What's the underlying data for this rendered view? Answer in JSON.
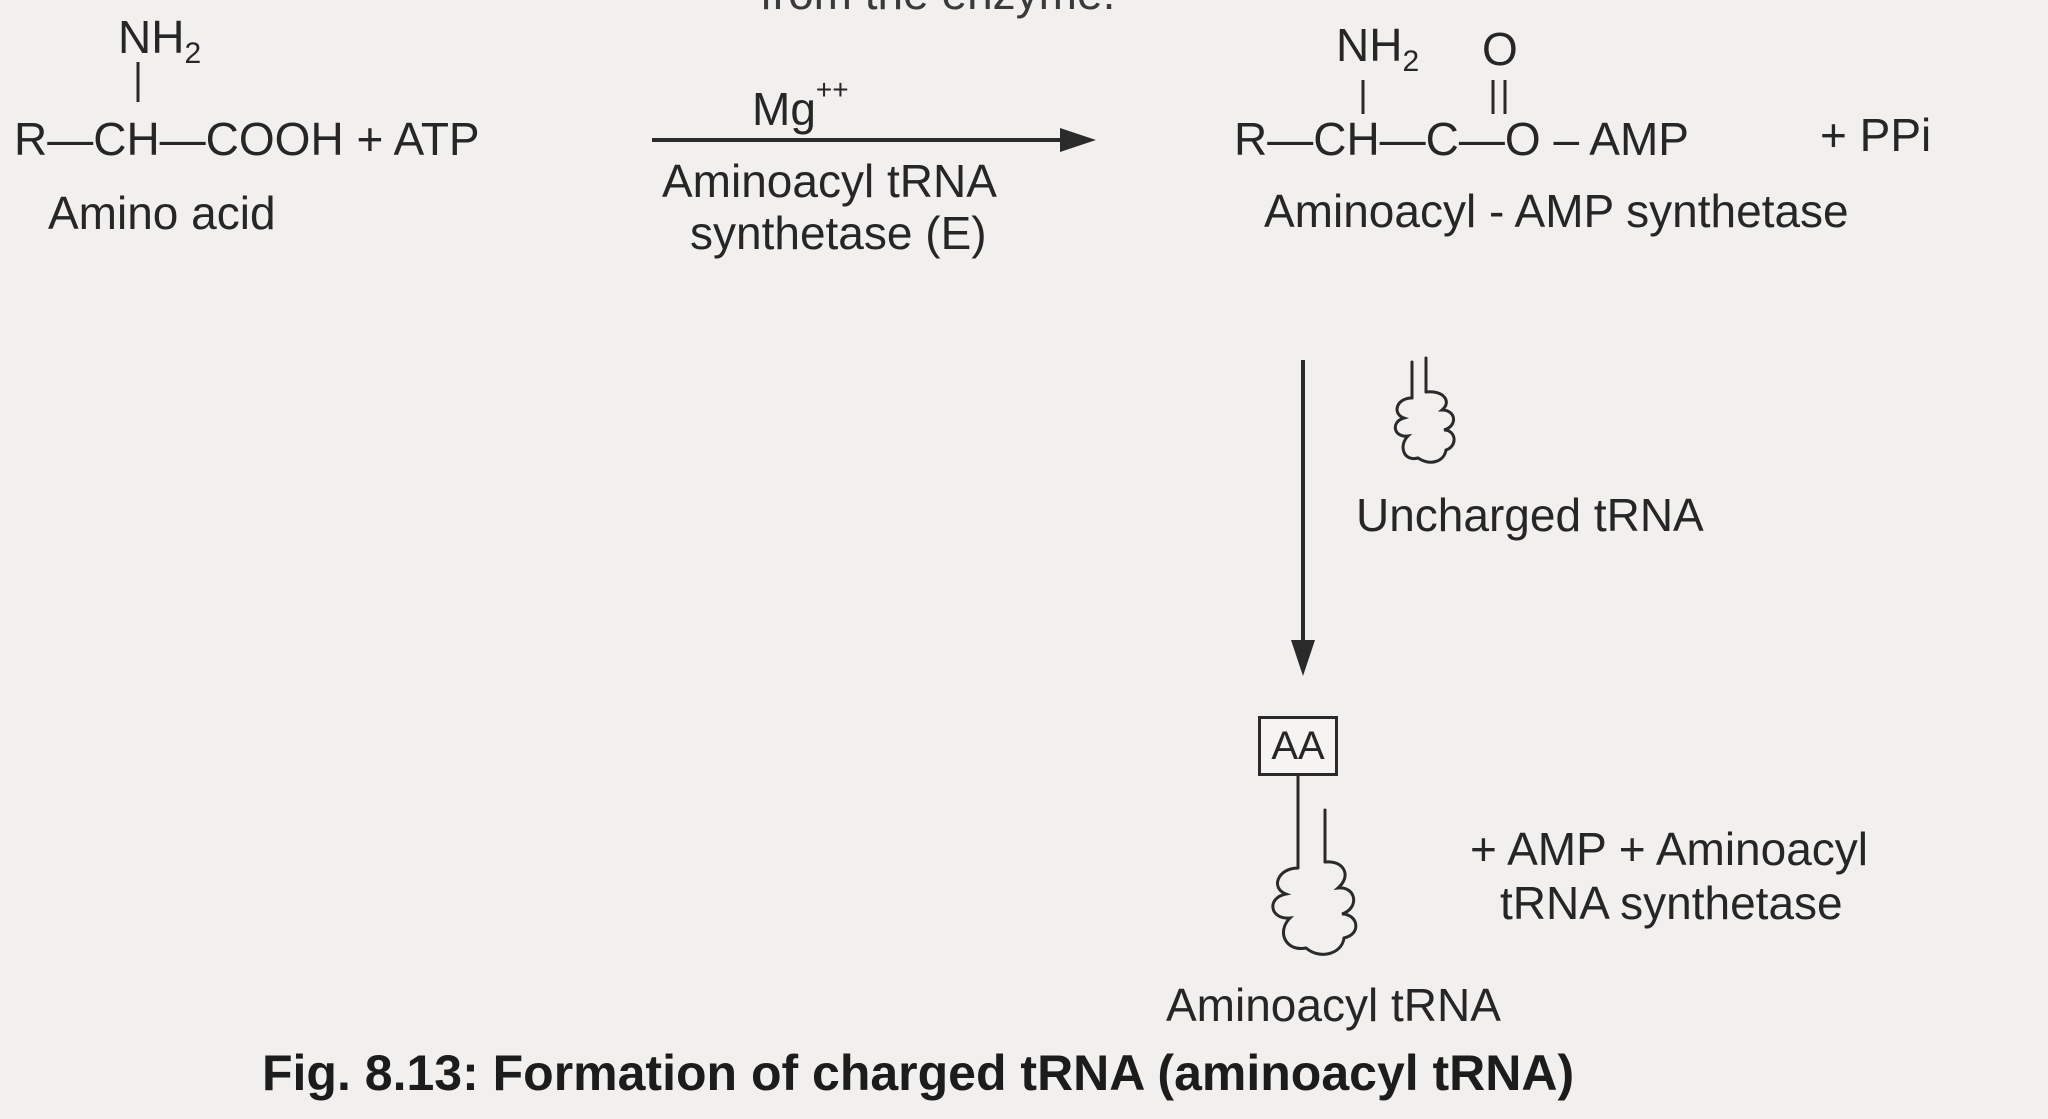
{
  "top_cut_text": "from the enzyme.",
  "reactant": {
    "nh2_N": "NH",
    "nh2_sub": "2",
    "chain": "R—CH—COOH + ATP",
    "label": "Amino acid"
  },
  "reaction": {
    "cofactor": "Mg",
    "cofactor_charge": "++",
    "enzyme_line1": "Aminoacyl tRNA",
    "enzyme_line2": "synthetase (E)"
  },
  "intermediate": {
    "nh2_N": "NH",
    "nh2_sub": "2",
    "carbonyl_O": "O",
    "chain_left": "R—CH—",
    "chain_c": "C",
    "chain_right": "—O – AMP",
    "byproduct": "+ PPi",
    "label": "Aminoacyl - AMP synthetase"
  },
  "uncharged": {
    "label": "Uncharged tRNA"
  },
  "charged": {
    "box_label": "AA",
    "label": "Aminoacyl tRNA",
    "products_line1": "+ AMP + Aminoacyl",
    "products_line2": "tRNA synthetase"
  },
  "caption": "Fig. 8.13: Formation of charged tRNA (aminoacyl tRNA)"
}
